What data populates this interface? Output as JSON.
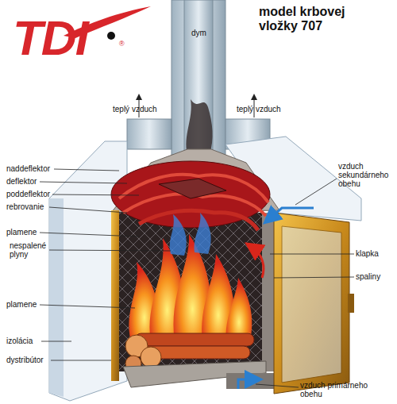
{
  "diagram": {
    "title": "model krbovej vložky 707",
    "labels": [
      "TDI",
      "®",
      "dym",
      "teplý vzduch",
      "teplý vzduch",
      "naddeflektor",
      "deflektor",
      "vzduch sekundárneho obehu",
      "poddeflektor",
      "rebrovanie",
      "plamene",
      "klapka",
      "nespalené plyny",
      "spaliny",
      "plamene",
      "izolácia",
      "dystribútor",
      "vzduch primárneho obehu"
    ]
  }
}
